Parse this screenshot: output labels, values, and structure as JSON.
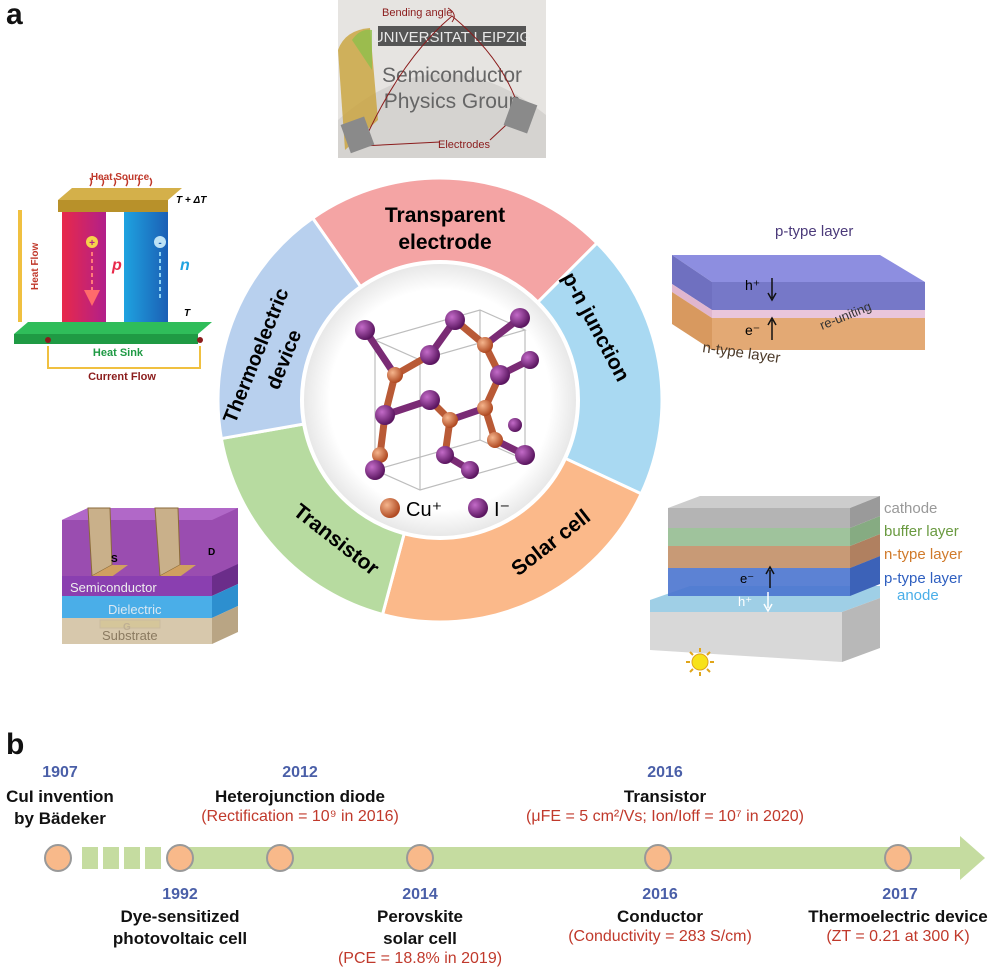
{
  "panel_a": {
    "label": "a",
    "center": {
      "legend_cu": "Cu⁺",
      "legend_i": "I⁻"
    },
    "ring_segments": [
      {
        "line1": "Transparent",
        "line2": "electrode",
        "color": "#f4a4a4"
      },
      {
        "line1": "p-n junction",
        "line2": "",
        "color": "#a9d9f2"
      },
      {
        "line1": "Solar cell",
        "line2": "",
        "color": "#fbb98a"
      },
      {
        "line1": "Transistor",
        "line2": "",
        "color": "#b7dba0"
      },
      {
        "line1": "Thermoelectric",
        "line2": "device",
        "color": "#b8d0ee"
      }
    ],
    "photo": {
      "bending_angle": "Bending angle",
      "banner": "UNIVERSITAT LEIPZIG",
      "line1": "Semiconductor",
      "line2": "Physics Group",
      "electrodes": "Electrodes"
    },
    "thermo": {
      "heat_source": "Heat Source",
      "t_plus": "T + ΔT",
      "t": "T",
      "p": "p",
      "n": "n",
      "heat_flow": "Heat Flow",
      "heat_sink": "Heat Sink",
      "current_flow": "Current Flow"
    },
    "pn": {
      "p_type": "p-type layer",
      "n_type": "n-type layer",
      "re_uniting": "re-uniting",
      "hole": "h⁺",
      "electron": "e⁻"
    },
    "transistor": {
      "s": "S",
      "d": "D",
      "g": "G",
      "semiconductor": "Semiconductor",
      "dielectric": "Dielectric",
      "substrate": "Substrate"
    },
    "solar": {
      "cathode": "cathode",
      "buffer": "buffer layer",
      "n_type": "n-type layer",
      "p_type": "p-type layer",
      "anode": "anode",
      "electron": "e⁻",
      "hole": "h⁺"
    }
  },
  "panel_b": {
    "label": "b",
    "top_events": [
      {
        "year": "1907",
        "title1": "CuI invention",
        "title2": "by Bädeker"
      },
      {
        "year": "2012",
        "title1": "Heterojunction diode",
        "detail": "(Rectification = 10⁹ in 2016)"
      },
      {
        "year": "2016",
        "title1": "Transistor",
        "detail": "(μFE = 5 cm²/Vs; Ion/Ioff = 10⁷ in 2020)"
      }
    ],
    "bottom_events": [
      {
        "year": "1992",
        "title1": "Dye-sensitized",
        "title2": "photovoltaic cell"
      },
      {
        "year": "2014",
        "title1": "Perovskite",
        "title2": "solar cell",
        "detail": "(PCE = 18.8% in 2019)"
      },
      {
        "year": "2016",
        "title1": "Conductor",
        "detail": "(Conductivity = 283 S/cm)"
      },
      {
        "year": "2017",
        "title1": "Thermoelectric device",
        "detail": "(ZT = 0.21 at 300 K)"
      }
    ]
  }
}
